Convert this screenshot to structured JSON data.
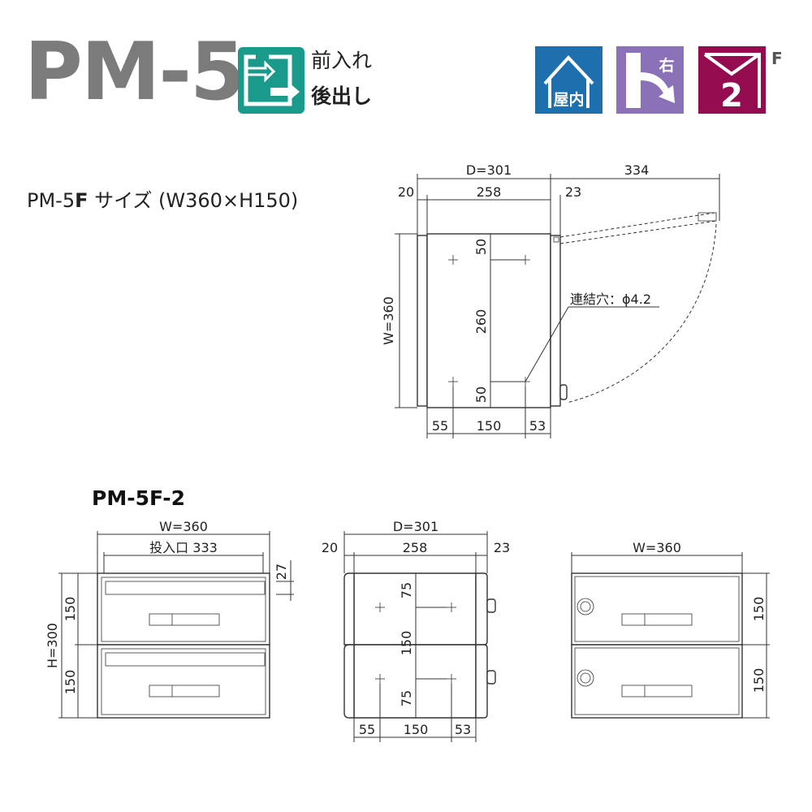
{
  "header": {
    "model": "PM-5",
    "mode_line1": "前入れ",
    "mode_line2": "後出し",
    "badge_indoor": "屋内",
    "badge_right": "右",
    "badge_number": "2",
    "badge_sup": "F",
    "colors": {
      "teal": "#1a9a8a",
      "blue": "#1e6fae",
      "purple": "#8b72b8",
      "maroon": "#950b4f",
      "title_gray": "#7b7b7b"
    }
  },
  "top_section": {
    "size_label_prefix": "PM-5",
    "size_label_bold": "F",
    "size_label_suffix": " サイズ (W360×H150)",
    "dims": {
      "D": "D=301",
      "open": "334",
      "d_left": "20",
      "d_mid": "258",
      "d_right": "23",
      "W": "W=360",
      "v_top": "50",
      "v_mid": "260",
      "v_bot": "50",
      "b_left": "55",
      "b_mid": "150",
      "b_right": "53",
      "hole_label": "連結穴：ϕ4.2"
    }
  },
  "bottom_section": {
    "title": "PM-5F-2",
    "front": {
      "W": "W=360",
      "slot": "投入口 333",
      "slot_h": "27",
      "H": "H=300",
      "h1": "150",
      "h2": "150"
    },
    "side": {
      "D": "D=301",
      "d_left": "20",
      "d_mid": "258",
      "d_right": "23",
      "v_top": "75",
      "v_mid": "150",
      "v_bot": "75",
      "b_left": "55",
      "b_mid": "150",
      "b_right": "53"
    },
    "back": {
      "W": "W=360",
      "h1": "150",
      "h2": "150"
    }
  }
}
